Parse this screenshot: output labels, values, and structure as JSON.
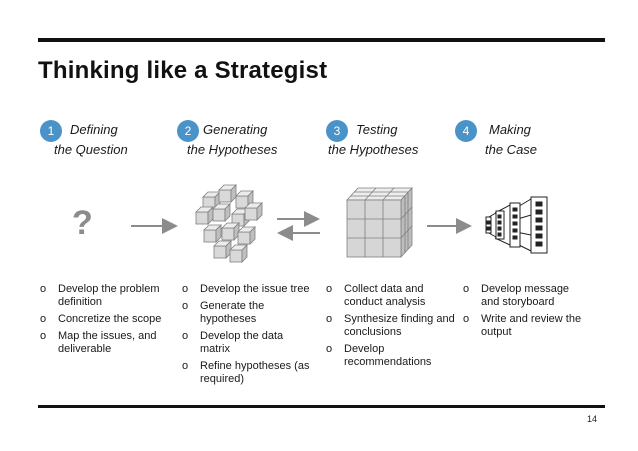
{
  "title": "Thinking like a Strategist",
  "steps": [
    {
      "num": "1",
      "line1": "Defining",
      "line2": "the Question"
    },
    {
      "num": "2",
      "line1": "Generating",
      "line2": "the Hypotheses"
    },
    {
      "num": "3",
      "line1": "Testing",
      "line2": "the Hypotheses"
    },
    {
      "num": "4",
      "line1": "Making",
      "line2": "the Case"
    }
  ],
  "question_mark": "?",
  "bullet_marker": "o",
  "columns": [
    [
      "Develop the problem definition",
      "Concretize the scope",
      "Map the issues, and deliverable"
    ],
    [
      "Develop the issue tree",
      "Generate the hypotheses",
      "Develop the data matrix",
      "Refine hypotheses (as required)"
    ],
    [
      "Collect data and conduct analysis",
      "Synthesize finding and conclusions",
      "Develop recommendations"
    ],
    [
      "Develop message and storyboard",
      "Write and review the output"
    ]
  ],
  "page_number": "14",
  "colors": {
    "accent": "#4a93c9",
    "cube_face": "#d9d9d9",
    "cube_edge": "#7f7f7f",
    "arrow": "#8c8c8c"
  }
}
